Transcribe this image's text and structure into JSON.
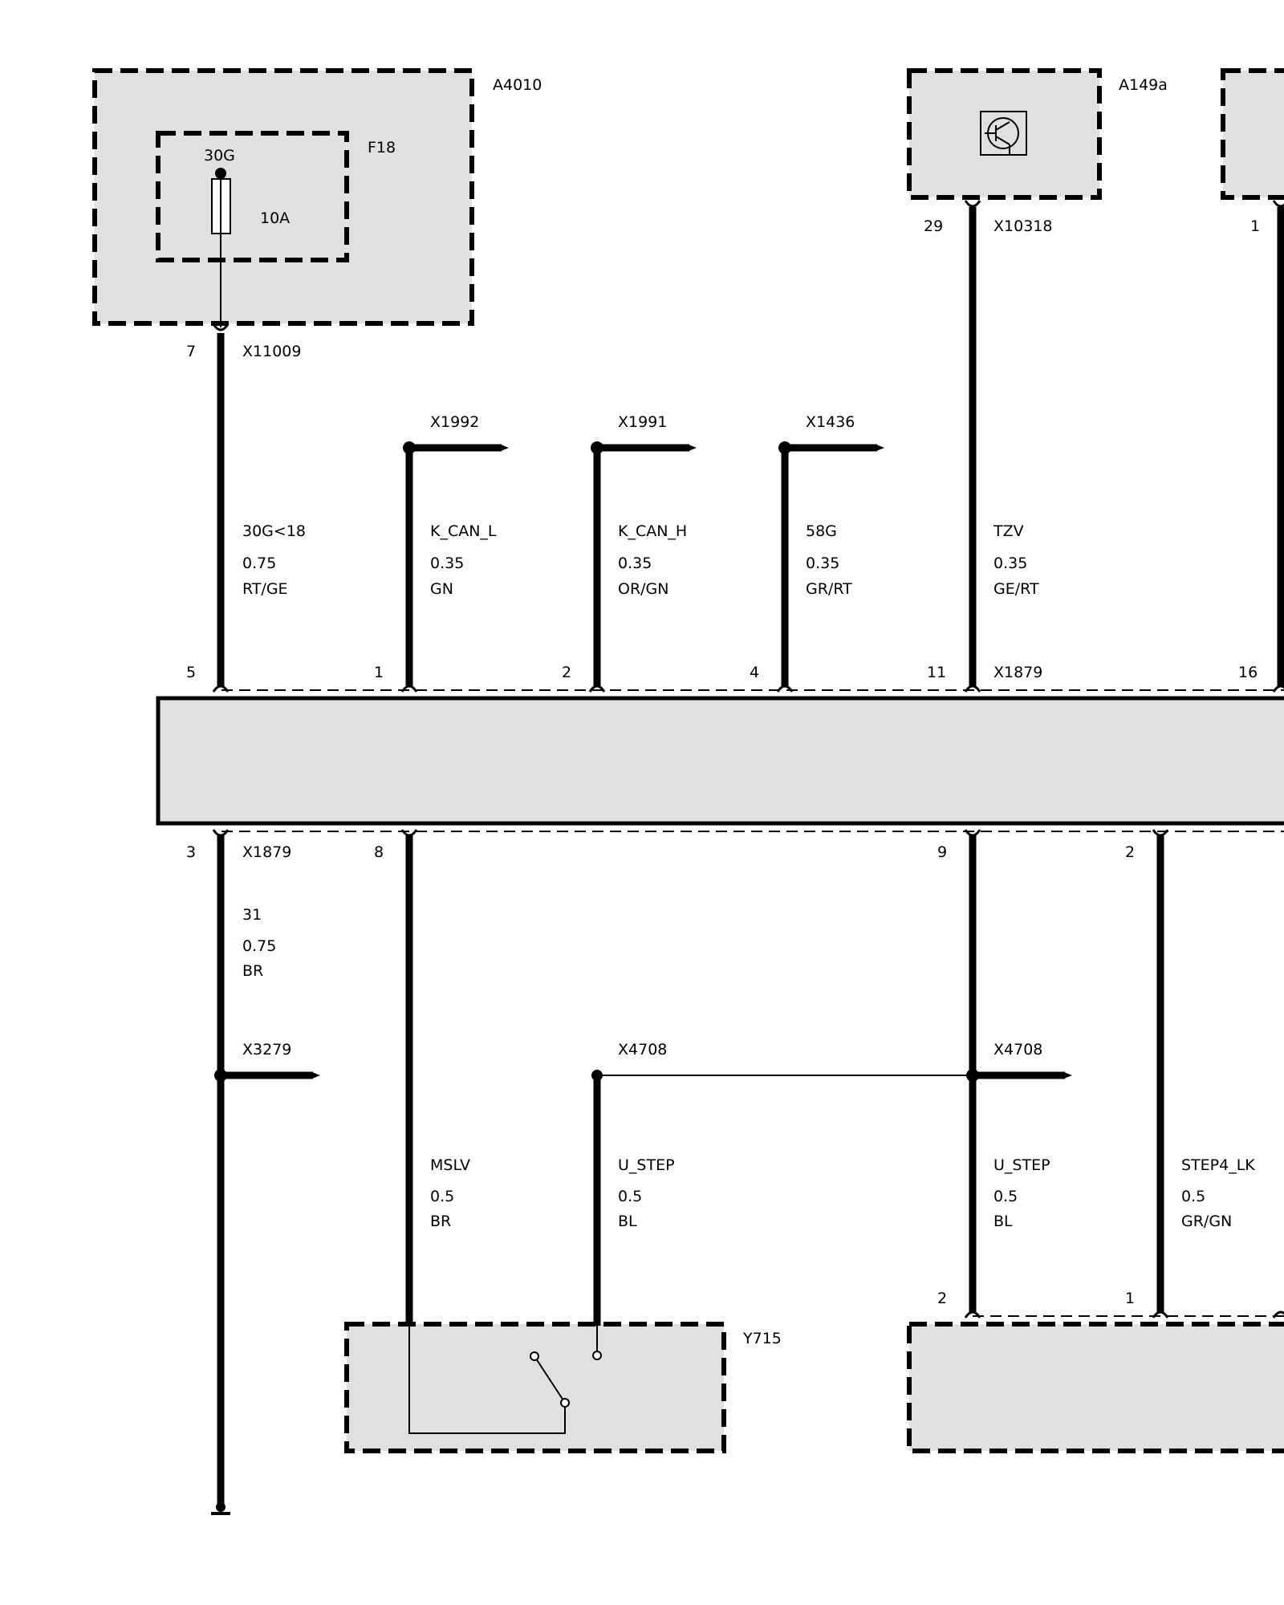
{
  "components": {
    "a4010": {
      "label": "A4010"
    },
    "f18": {
      "label": "F18",
      "terminal": "30G",
      "rating": "10A"
    },
    "a149a": {
      "label": "A149a"
    },
    "y715": {
      "label": "Y715"
    }
  },
  "connectors": {
    "x11009": "X11009",
    "x10318": "X10318",
    "x1879_top": "X1879",
    "x1879_bottom": "X1879",
    "x1992": "X1992",
    "x1991": "X1991",
    "x1436": "X1436",
    "x3279": "X3279",
    "x4708_left": "X4708",
    "x4708_right": "X4708"
  },
  "pins": {
    "a4010_out": "7",
    "a149a_out": "29",
    "right_box_out": "1",
    "bar_top": [
      "5",
      "1",
      "2",
      "4",
      "11",
      "16"
    ],
    "bar_bottom": [
      "3",
      "8",
      "9",
      "2"
    ],
    "module_bottom": [
      "2",
      "1"
    ]
  },
  "wires": {
    "w_30g": {
      "signal": "30G<18",
      "gauge": "0.75",
      "color": "RT/GE"
    },
    "w_kcanl": {
      "signal": "K_CAN_L",
      "gauge": "0.35",
      "color": "GN"
    },
    "w_kcanh": {
      "signal": "K_CAN_H",
      "gauge": "0.35",
      "color": "OR/GN"
    },
    "w_58g": {
      "signal": "58G",
      "gauge": "0.35",
      "color": "GR/RT"
    },
    "w_tzv": {
      "signal": "TZV",
      "gauge": "0.35",
      "color": "GE/RT"
    },
    "w_31": {
      "signal": "31",
      "gauge": "0.75",
      "color": "BR"
    },
    "w_mslv": {
      "signal": "MSLV",
      "gauge": "0.5",
      "color": "BR"
    },
    "w_ustep_left": {
      "signal": "U_STEP",
      "gauge": "0.5",
      "color": "BL"
    },
    "w_ustep_right": {
      "signal": "U_STEP",
      "gauge": "0.5",
      "color": "BL"
    },
    "w_step4": {
      "signal": "STEP4_LK",
      "gauge": "0.5",
      "color": "GR/GN"
    }
  },
  "colors": {
    "component_fill": "#e0e0e0",
    "line": "#000000"
  }
}
